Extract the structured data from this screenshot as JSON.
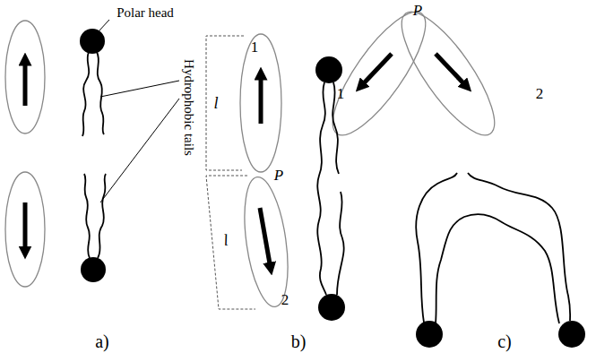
{
  "diagram": {
    "labels": [
      "Polar head",
      "Hydrophobic tails",
      "1",
      "l",
      "P",
      "l",
      "2",
      "P",
      "1",
      "2",
      "a)",
      "b)",
      "c)"
    ]
  }
}
